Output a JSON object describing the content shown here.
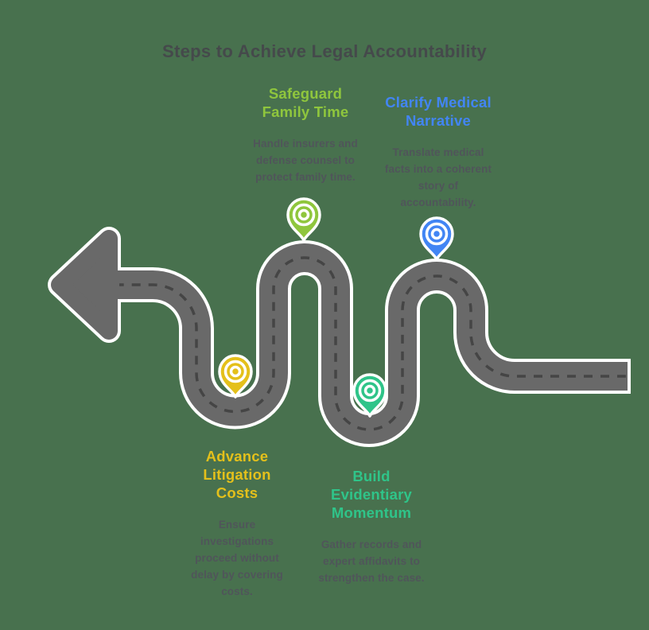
{
  "title": {
    "text": "Steps to Achieve Legal Accountability",
    "color": "#45494B"
  },
  "colors": {
    "background": "#48714E",
    "road": "#696969",
    "road_outline": "#FFFFFF",
    "road_dash": "#454545",
    "body_text": "#50555A"
  },
  "steps": [
    {
      "heading": "Safeguard\nFamily Time",
      "body": "Handle insurers and\ndefense counsel to\nprotect family time.",
      "color": "#8FC63D",
      "pin": "green-map-pin"
    },
    {
      "heading": "Clarify Medical\nNarrative",
      "body": "Translate medical\nfacts into a coherent\nstory of\naccountability.",
      "color": "#4285F4",
      "pin": "blue-map-pin"
    },
    {
      "heading": "Advance\nLitigation\nCosts",
      "body": "Ensure\ninvestigations\nproceed without\ndelay by covering\ncosts.",
      "color": "#E4C01B",
      "pin": "yellow-map-pin"
    },
    {
      "heading": "Build\nEvidentiary\nMomentum",
      "body": "Gather records and\nexpert affidavits to\nstrengthen the case.",
      "color": "#2FC489",
      "pin": "teal-map-pin"
    }
  ]
}
